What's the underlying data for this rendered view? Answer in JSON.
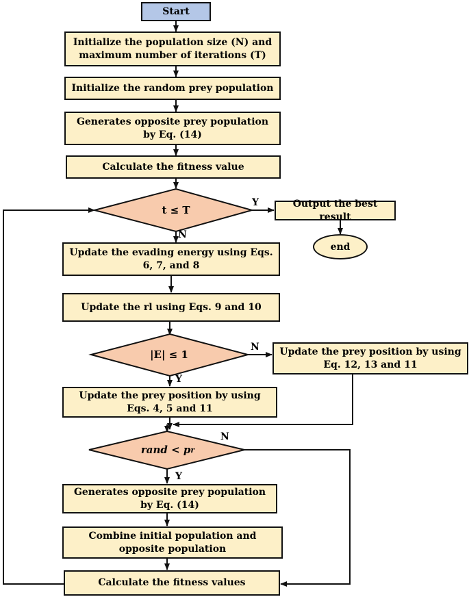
{
  "nodes": {
    "start": "Start",
    "init_params": "Initialize the population size (N) and maximum number of iterations (T)",
    "init_prey": "Initialize the random prey population",
    "gen_opposite_1": "Generates opposite prey population by Eq. (14)",
    "calc_fitness": "Calculate the fitness value",
    "cond_t": "t ≤ T",
    "output_best": "Output the best result",
    "end": "end",
    "update_energy": "Update the evading energy using Eqs. 6, 7, and 8",
    "update_rl": "Update the rl using Eqs. 9 and 10",
    "cond_e": "|E| ≤ 1",
    "update_pos_n": "Update the prey position by using Eq. 12, 13 and 11",
    "update_pos_y": "Update the prey position by using Eqs. 4, 5 and 11",
    "cond_rand": "rand < p",
    "cond_rand_sub": "r",
    "gen_opposite_2": "Generates opposite prey population by Eq. (14)",
    "combine": "Combine initial population and opposite population",
    "calc_fitness_values": "Calculate the fitness values"
  },
  "labels": {
    "yes": "Y",
    "no": "N"
  },
  "colors": {
    "process_fill": "#fdf0c8",
    "decision_fill": "#f8cbad",
    "start_fill": "#b4c7e7",
    "line": "#111111"
  }
}
